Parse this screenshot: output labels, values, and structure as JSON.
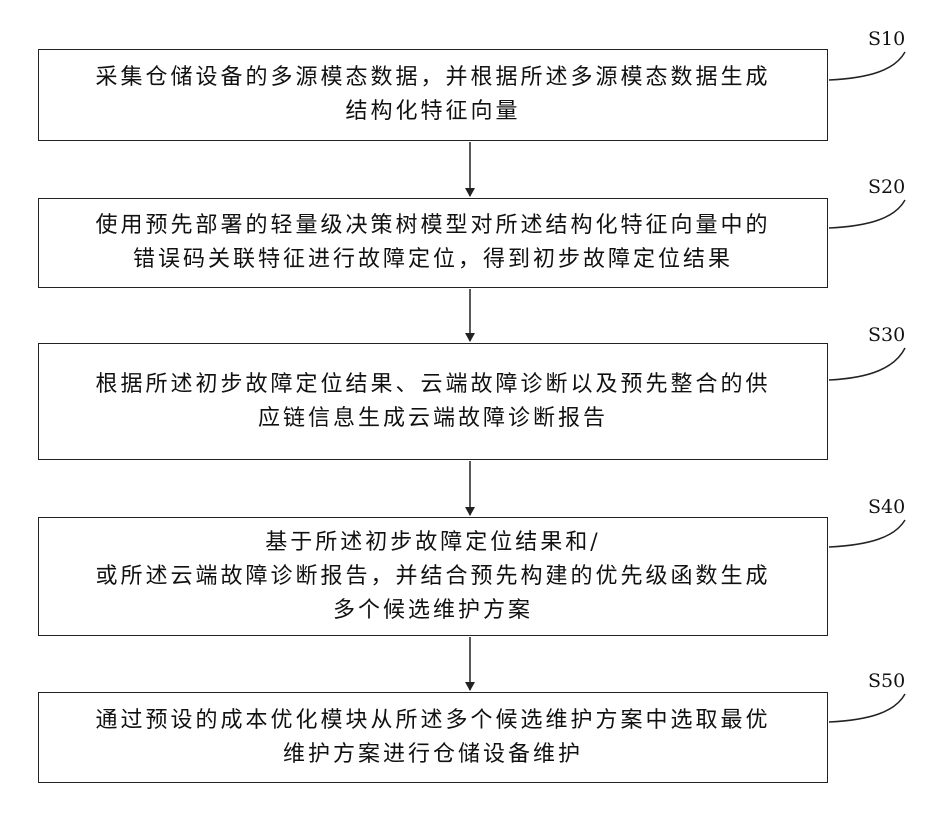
{
  "steps": [
    {
      "label": "S10",
      "lines": [
        "采集仓储设备的多源模态数据，并根据所述多源模态数据生成",
        "结构化特征向量"
      ]
    },
    {
      "label": "S20",
      "lines": [
        "使用预先部署的轻量级决策树模型对所述结构化特征向量中的",
        "错误码关联特征进行故障定位，得到初步故障定位结果"
      ]
    },
    {
      "label": "S30",
      "lines": [
        "根据所述初步故障定位结果、云端故障诊断以及预先整合的供",
        "应链信息生成云端故障诊断报告"
      ]
    },
    {
      "label": "S40",
      "lines": [
        "基于所述初步故障定位结果和/",
        "或所述云端故障诊断报告，并结合预先构建的优先级函数生成",
        "多个候选维护方案"
      ]
    },
    {
      "label": "S50",
      "lines": [
        "通过预设的成本优化模块从所述多个候选维护方案中选取最优",
        "维护方案进行仓储设备维护"
      ]
    }
  ]
}
